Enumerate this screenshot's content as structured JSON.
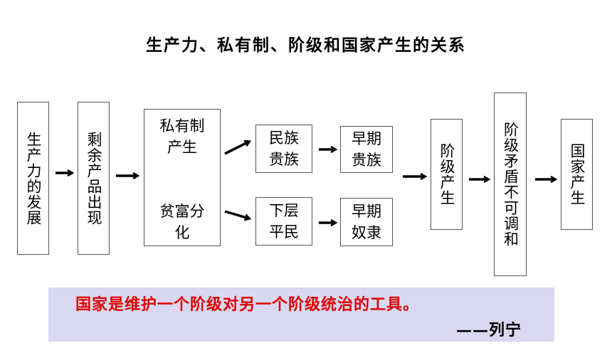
{
  "title": "生产力、私有制、阶级和国家产生的关系",
  "nodes": {
    "productivity": "生产力的发展",
    "surplus": "剩余产品出现",
    "private_top": "私有制产生",
    "private_bottom": "贫富分化",
    "nobles": "民族贵族",
    "commoners": "下层平民",
    "early_nobles": "早期贵族",
    "early_slaves": "早期奴隶",
    "classes": "阶级产生",
    "conflict": "阶级矛盾不可调和",
    "state": "国家产生"
  },
  "quote": {
    "text": "国家是维护一个阶级对另一个阶级统治的工具。",
    "author": "——列宁"
  },
  "colors": {
    "quote_text": "#e00000",
    "quote_bg": "#d9d8f0",
    "box_border": "#555555"
  }
}
